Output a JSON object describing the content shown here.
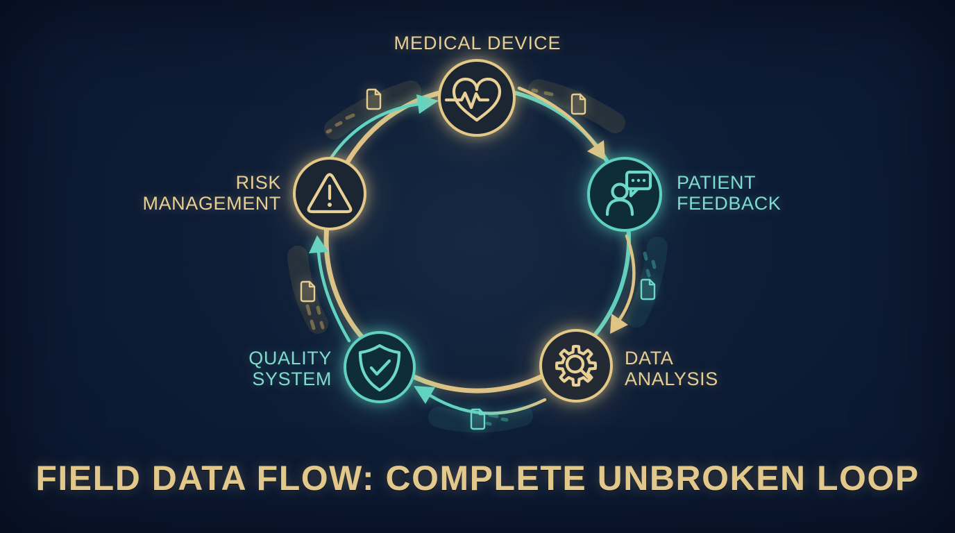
{
  "title": "FIELD DATA FLOW: COMPLETE UNBROKEN LOOP",
  "diagram_type": "circular-loop-infographic",
  "flow_direction": "clockwise",
  "colors": {
    "background": "#0b1830",
    "gold": "#e5cc90",
    "teal": "#63d3c1",
    "gold_text": "#e7cf93",
    "teal_text": "#7fdccc",
    "title_gold": "#e3c88b",
    "node_fill_gold": "#1c2633",
    "node_fill_teal": "#0f2d38"
  },
  "nodes": [
    {
      "id": "medical-device",
      "lines": [
        "MEDICAL DEVICE"
      ],
      "icon": "heart-pulse-icon",
      "color": "gold",
      "position": "top"
    },
    {
      "id": "patient-feedback",
      "lines": [
        "PATIENT",
        "FEEDBACK"
      ],
      "icon": "person-chat-icon",
      "color": "teal",
      "position": "right"
    },
    {
      "id": "data-analysis",
      "lines": [
        "DATA",
        "ANALYSIS"
      ],
      "icon": "gear-magnifier-icon",
      "color": "gold",
      "position": "bottom-right"
    },
    {
      "id": "quality-system",
      "lines": [
        "QUALITY",
        "SYSTEM"
      ],
      "icon": "shield-check-icon",
      "color": "teal",
      "position": "bottom-left"
    },
    {
      "id": "risk-management",
      "lines": [
        "RISK",
        "MANAGEMENT"
      ],
      "icon": "warning-triangle-icon",
      "color": "gold",
      "position": "left"
    }
  ],
  "arrows": [
    {
      "from": "risk-management",
      "to": "medical-device",
      "color": "teal"
    },
    {
      "from": "medical-device",
      "to": "patient-feedback",
      "color": "gold"
    },
    {
      "from": "patient-feedback",
      "to": "data-analysis",
      "color": "gold"
    },
    {
      "from": "data-analysis",
      "to": "quality-system",
      "color": "gold-to-teal"
    },
    {
      "from": "quality-system",
      "to": "risk-management",
      "color": "teal"
    }
  ],
  "document_icons": [
    {
      "between": [
        "risk-management",
        "medical-device"
      ],
      "color": "gold"
    },
    {
      "between": [
        "medical-device",
        "patient-feedback"
      ],
      "color": "gold"
    },
    {
      "between": [
        "patient-feedback",
        "data-analysis"
      ],
      "color": "teal"
    },
    {
      "between": [
        "data-analysis",
        "quality-system"
      ],
      "color": "teal"
    },
    {
      "between": [
        "quality-system",
        "risk-management"
      ],
      "color": "gold"
    }
  ]
}
